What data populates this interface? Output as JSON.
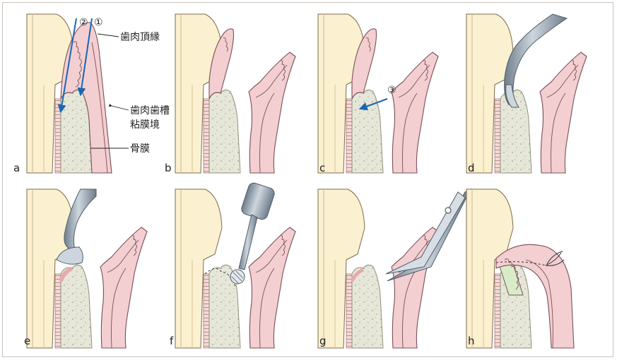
{
  "panels": [
    {
      "letter": "a"
    },
    {
      "letter": "b"
    },
    {
      "letter": "c"
    },
    {
      "letter": "d"
    },
    {
      "letter": "e"
    },
    {
      "letter": "f"
    },
    {
      "letter": "g"
    },
    {
      "letter": "h"
    }
  ],
  "annotations": {
    "gingival_margin": "歯肉頂縁",
    "mgj_line1": "歯肉歯槽",
    "mgj_line2": "粘膜境",
    "periosteum": "骨膜",
    "step1": "①",
    "step2": "②",
    "step3": "③"
  },
  "colors": {
    "gum": "#f3cfd2",
    "gum_stroke": "#7a4f57",
    "tooth": "#fbf0cf",
    "bone": "#e6e7d8",
    "arrow": "#1b66b3",
    "graft": "#d9ecc8",
    "instrument": "#8d9ba8"
  }
}
